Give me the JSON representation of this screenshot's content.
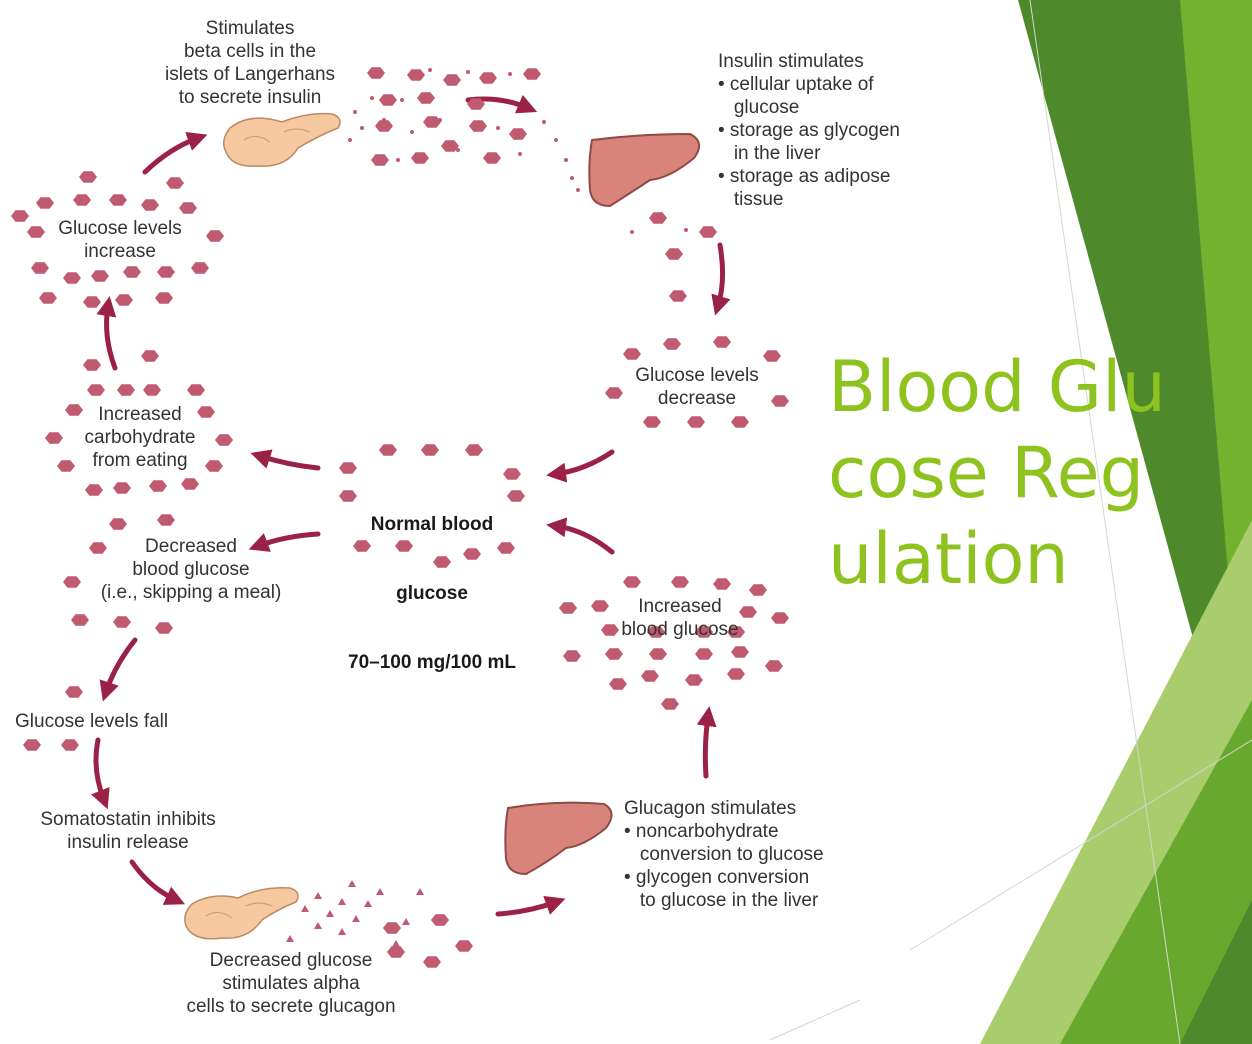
{
  "slide": {
    "title": "Blood Glucose Regulation",
    "accent_colors": {
      "title": "#8dc21f",
      "dark_green": "#4e8a2c",
      "mid_green": "#69a82e",
      "light_green": "#a9cd6c",
      "glucose_dot": "#c05a6e",
      "arrow": "#9b2147",
      "organ": "#d9847a"
    }
  },
  "diagram": {
    "center": {
      "line1": "Normal blood",
      "line2": "glucose",
      "line3": "70–100 mg/100 mL"
    },
    "labels": {
      "beta_cells": "Stimulates\nbeta cells in the\nislets of Langerhans\nto secrete insulin",
      "insulin_effects": "Insulin stimulates\n• cellular uptake of\n   glucose\n• storage as glycogen\n   in the liver\n• storage as adipose\n   tissue",
      "glucose_increase": "Glucose levels\nincrease",
      "glucose_decrease": "Glucose levels\ndecrease",
      "carb_eating": "Increased\ncarbohydrate\nfrom eating",
      "decreased_glucose": "Decreased\nblood glucose\n(i.e., skipping a meal)",
      "levels_fall": "Glucose levels fall",
      "somatostatin": "Somatostatin inhibits\ninsulin release",
      "alpha_cells": "Decreased glucose\nstimulates alpha\ncells to secrete glucagon",
      "glucagon_effects": "Glucagon stimulates\n• noncarbohydrate\n   conversion to glucose\n• glycogen conversion\n   to glucose in the liver",
      "increased_blood": "Increased\nblood glucose"
    }
  }
}
